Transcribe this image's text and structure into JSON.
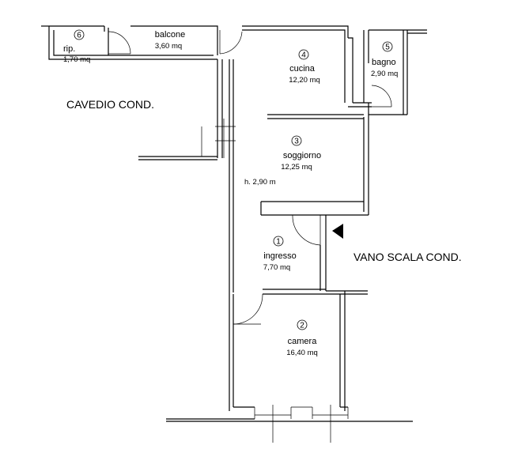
{
  "rooms": {
    "ingresso": {
      "number": "1",
      "name": "ingresso",
      "area": "7,70 mq"
    },
    "camera": {
      "number": "2",
      "name": "camera",
      "area": "16,40 mq"
    },
    "soggiorno": {
      "number": "3",
      "name": "soggiorno",
      "area": "12,25 mq"
    },
    "cucina": {
      "number": "4",
      "name": "cucina",
      "area": "12,20 mq"
    },
    "bagno": {
      "number": "5",
      "name": "bagno",
      "area": "2,90 mq"
    },
    "rip": {
      "number": "6",
      "name": "rip.",
      "area": "1,70 mq"
    },
    "balcone": {
      "name": "balcone",
      "area": "3,60 mq"
    }
  },
  "annotations": {
    "height": "h. 2,90 m",
    "cavedio": "CAVEDIO COND.",
    "vano_scala": "VANO SCALA COND."
  }
}
